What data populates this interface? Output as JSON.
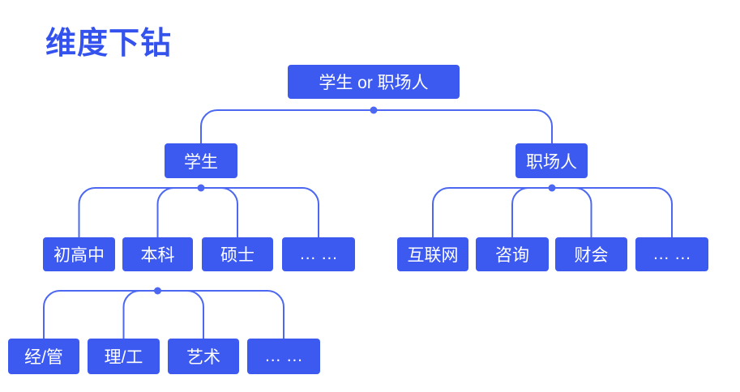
{
  "title": "维度下钻",
  "colors": {
    "node_fill": "#3d5af0",
    "node_text": "#ffffff",
    "line": "#4c68f2",
    "title": "#3352ee",
    "bg": "#ffffff"
  },
  "tree": {
    "root": {
      "label": "学生 or 职场人"
    },
    "level2": [
      {
        "label": "学生"
      },
      {
        "label": "职场人"
      }
    ],
    "student_children": [
      {
        "label": "初高中"
      },
      {
        "label": "本科"
      },
      {
        "label": "硕士"
      },
      {
        "label": "… …"
      }
    ],
    "professional_children": [
      {
        "label": "互联网"
      },
      {
        "label": "咨询"
      },
      {
        "label": "财会"
      },
      {
        "label": "… …"
      }
    ],
    "undergrad_children": [
      {
        "label": "经/管"
      },
      {
        "label": "理/工"
      },
      {
        "label": "艺术"
      },
      {
        "label": "… …"
      }
    ]
  }
}
